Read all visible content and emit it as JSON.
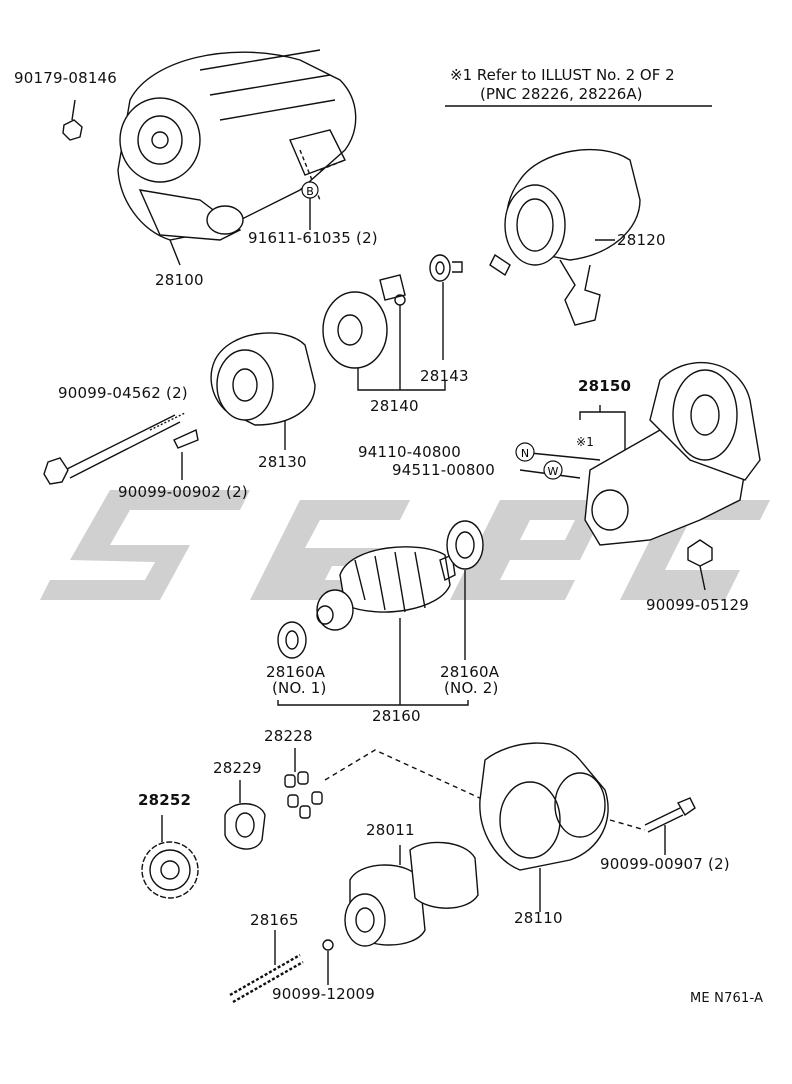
{
  "note": {
    "line1": "※1 Refer to ILLUST No. 2 OF 2",
    "line2": "(PNC 28226, 28226A)"
  },
  "parts": {
    "p90179_08146": "90179-08146",
    "p91611_61035": "91611-61035 (2)",
    "p28100": "28100",
    "p28120": "28120",
    "p28143": "28143",
    "p28140": "28140",
    "p90099_04562": "90099-04562 (2)",
    "p28130": "28130",
    "p90099_00902": "90099-00902 (2)",
    "p28150": "28150",
    "p28150_note": "※1",
    "p94110_40800": "94110-40800",
    "p94511_00800": "94511-00800",
    "p90099_05129": "90099-05129",
    "p28160A_1": "28160A",
    "p28160A_1_sub": "(NO. 1)",
    "p28160A_2": "28160A",
    "p28160A_2_sub": "(NO. 2)",
    "p28160": "28160",
    "p28228": "28228",
    "p28229": "28229",
    "p28252": "28252",
    "p28011": "28011",
    "p90099_00907": "90099-00907 (2)",
    "p28110": "28110",
    "p28165": "28165",
    "p90099_12009": "90099-12009"
  },
  "markers": {
    "b": "B",
    "n": "N",
    "w": "W"
  },
  "footer": {
    "code": "ME N761-A"
  }
}
